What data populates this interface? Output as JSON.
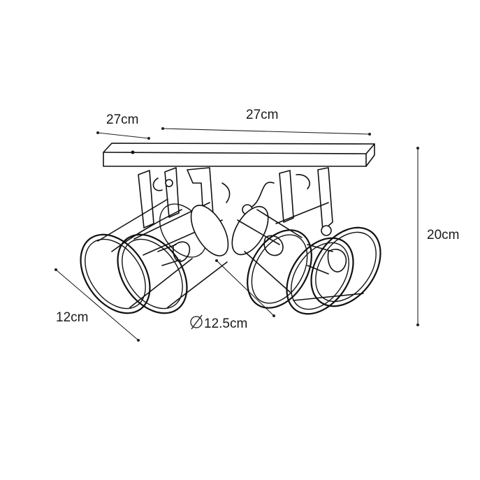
{
  "dimensions": {
    "plate_depth": "27cm",
    "plate_width": "27cm",
    "height": "20cm",
    "arm_length": "12cm",
    "shade_diameter": "12.5cm"
  },
  "colors": {
    "line": "#111111",
    "background": "#ffffff",
    "text": "#1a1a1a"
  }
}
